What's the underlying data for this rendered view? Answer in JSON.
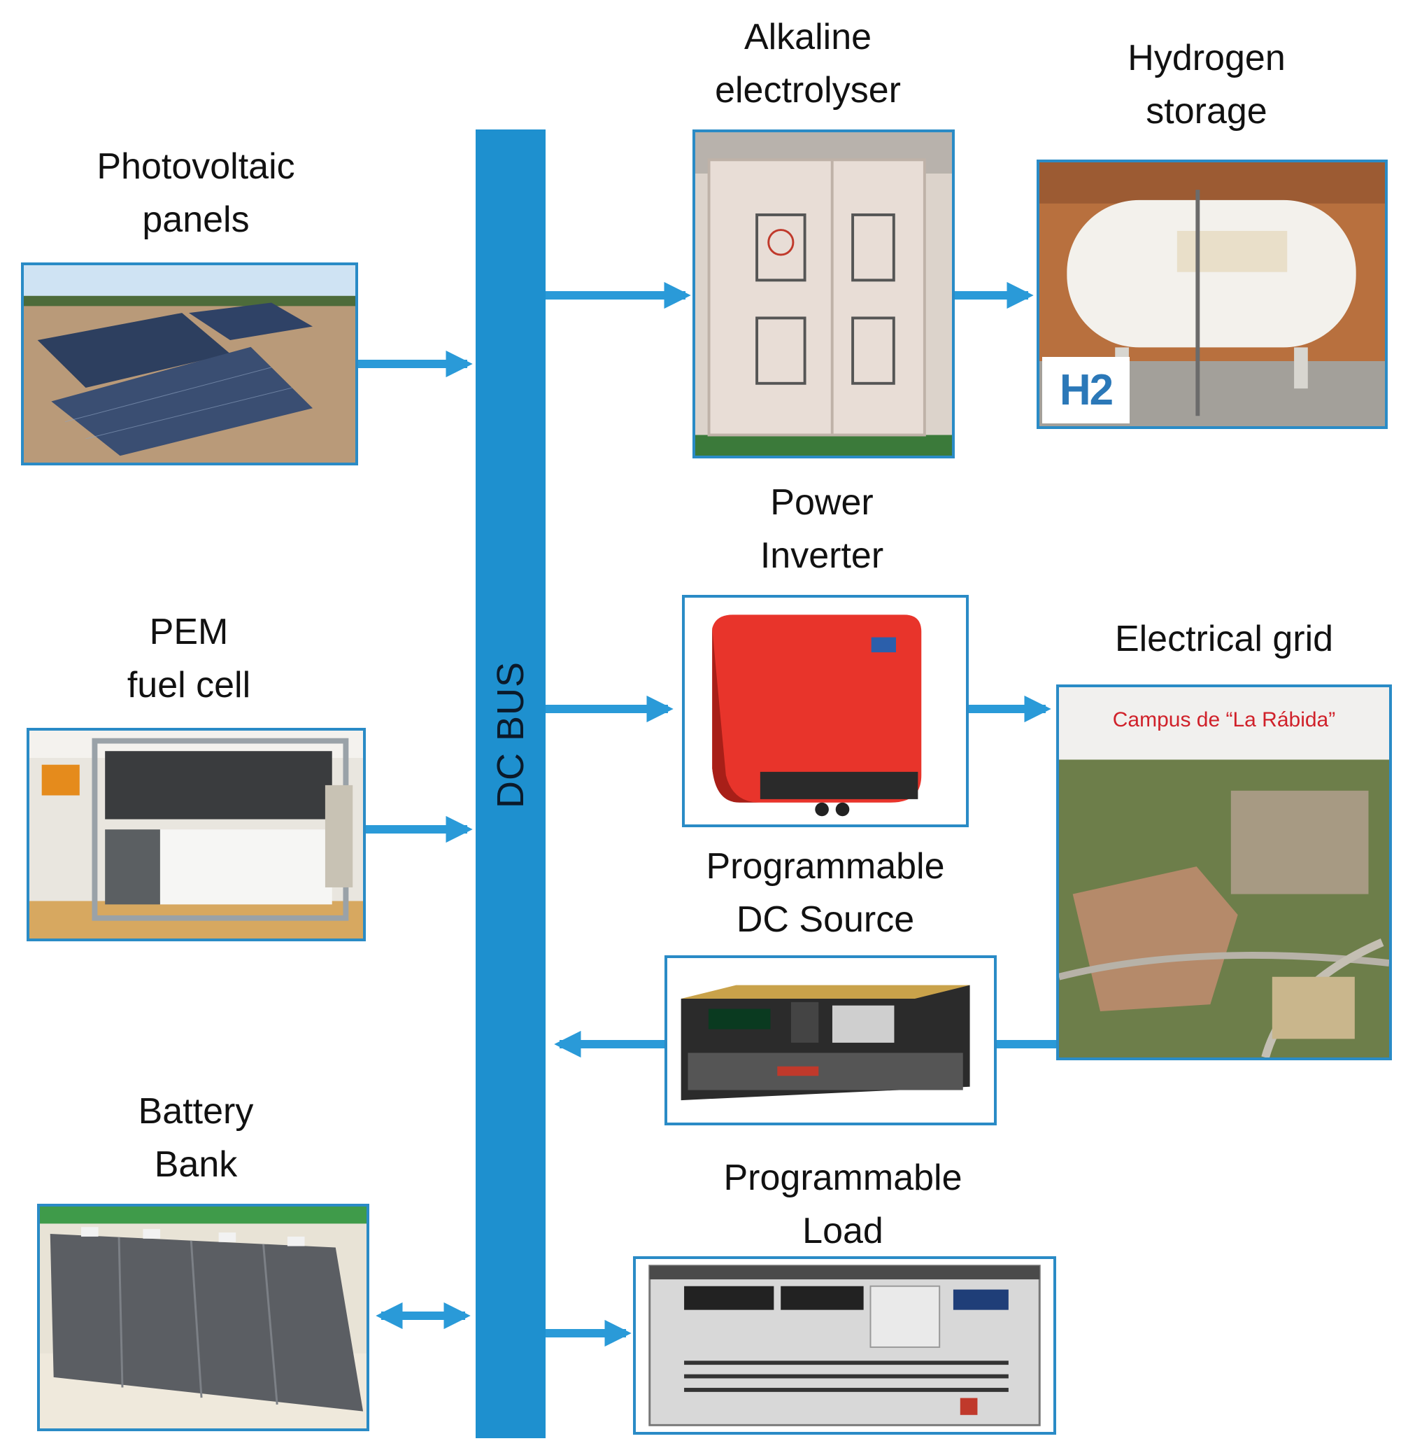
{
  "bus": {
    "label": "DC BUS"
  },
  "components": {
    "pv": {
      "line1": "Photovoltaic",
      "line2": "panels"
    },
    "pem": {
      "line1": "PEM",
      "line2": "fuel cell"
    },
    "battery": {
      "line1": "Battery",
      "line2": "Bank"
    },
    "electrolyser": {
      "line1": "Alkaline",
      "line2": "electrolyser"
    },
    "h2": {
      "line1": "Hydrogen",
      "line2": "storage",
      "logo_text": "H2"
    },
    "inverter": {
      "line1": "Power",
      "line2": "Inverter"
    },
    "grid": {
      "line1": "Electrical grid",
      "caption": "Campus de “La Rábida”"
    },
    "dcsource": {
      "line1": "Programmable",
      "line2": "DC Source"
    },
    "load": {
      "line1": "Programmable",
      "line2": "Load"
    }
  },
  "colors": {
    "bus": "#1e90cf",
    "arrow": "#2a9ad8",
    "frame": "#2a8bc6",
    "grid_caption": "#d0212a"
  },
  "icons": [
    "arrow-right-icon",
    "arrow-left-icon",
    "double-arrow-icon"
  ]
}
